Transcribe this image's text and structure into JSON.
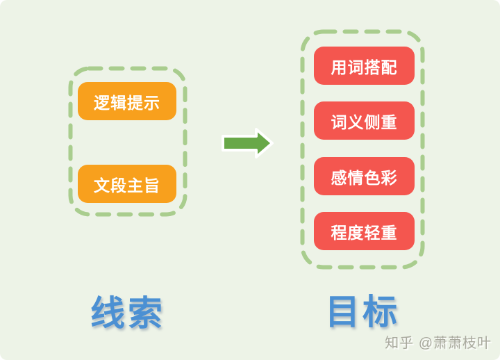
{
  "colors": {
    "bg": "#edf3e7",
    "dash-green": "#a9cd8e",
    "arrow-green": "#68a848",
    "orange": "#f8a01d",
    "red": "#f4564f",
    "blue": "#4b90d3",
    "watermark-gray": "#a9a99e"
  },
  "clue_group": {
    "label": "线索",
    "items": [
      {
        "label": "逻辑提示"
      },
      {
        "label": "文段主旨"
      }
    ]
  },
  "target_group": {
    "label": "目标",
    "items": [
      {
        "label": "用词搭配"
      },
      {
        "label": "词义侧重"
      },
      {
        "label": "感情色彩"
      },
      {
        "label": "程度轻重"
      }
    ]
  },
  "arrow": {
    "icon": "right-arrow-icon"
  },
  "watermark": {
    "text": "知乎 @萧萧枝叶"
  }
}
